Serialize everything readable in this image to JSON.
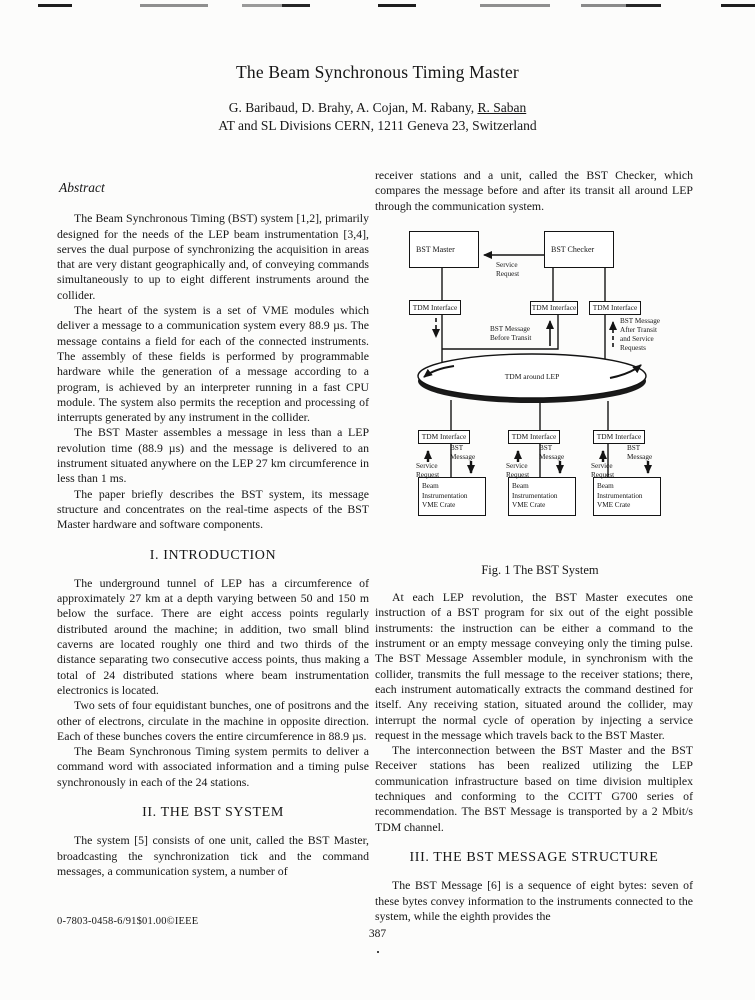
{
  "page": {
    "title": "The Beam Synchronous Timing Master",
    "authors_prefix": "G. Baribaud, D. Brahy, A. Cojan, M. Rabany, ",
    "authors_underlined": "R. Saban",
    "affiliation": "AT and SL Divisions CERN, 1211 Geneva 23, Switzerland",
    "footer": "0-7803-0458-6/91$01.00©IEEE",
    "page_number": "387"
  },
  "left_column": {
    "abstract_heading": "Abstract",
    "abstract_p1": "The Beam Synchronous Timing (BST) system [1,2], primarily designed for the needs of the LEP beam instrumentation [3,4], serves the dual purpose of synchronizing the acquisition in areas that are very distant geographically and, of conveying commands simultaneously to up to eight different instruments around the collider.",
    "abstract_p2": "The heart of the system is a set of VME modules which deliver a message to a communication system every 88.9 µs. The message contains a field for each of the connected instruments. The assembly of these fields is performed by programmable hardware while the generation of a message according to a program, is achieved by an interpreter running in a fast CPU module. The system also permits the reception and processing of interrupts generated by any instrument in the collider.",
    "abstract_p3": "The BST Master assembles a message in less than a LEP revolution time (88.9 µs) and the message is delivered to an instrument situated anywhere on the LEP 27 km circumference in less than 1 ms.",
    "abstract_p4": "The paper briefly describes the BST system, its message structure and concentrates on the real-time aspects of the BST Master hardware and software components.",
    "section1_heading": "I. INTRODUCTION",
    "intro_p1": "The underground tunnel of LEP has a circumference of approximately 27 km at a depth varying between 50 and 150 m below the surface. There are eight access points regularly distributed around the machine; in addition, two small blind caverns are located roughly one third and two thirds of the distance separating two consecutive access points, thus making a total of 24 distributed stations where beam instrumentation electronics is located.",
    "intro_p2": "Two sets of four equidistant bunches, one of positrons and the other of electrons, circulate in the machine in opposite direction. Each of these bunches covers the entire circumference in 88.9 µs.",
    "intro_p3": "The Beam Synchronous Timing system permits to deliver a command word with associated information and a timing pulse synchronously in each of the 24 stations.",
    "section2_heading": "II. THE BST SYSTEM",
    "system_p1": "The system [5] consists of one unit, called the BST Master, broadcasting the synchronization tick and the command messages,  a communication system, a number of"
  },
  "right_column": {
    "cont_p": "receiver stations and a unit, called the BST Checker, which compares the message before and after its transit all around LEP through the communication system.",
    "figure": {
      "bst_master": "BST Master",
      "bst_checker": "BST Checker",
      "service_request": "Service Request",
      "tdm_interface": "TDM Interface",
      "msg_before": "BST Message Before Transit",
      "msg_after": "BST Message After Transit and Service Requests",
      "ring": "TDM around LEP",
      "bst_message": "BST Message",
      "crate_line1": "Beam Instrumentation",
      "crate_line2": "VME Crate",
      "caption": "Fig. 1 The BST System"
    },
    "body_p1": "At each LEP revolution, the BST Master executes one instruction of a BST program for six out of the eight possible instruments: the instruction can be either a command to the instrument or an empty message conveying only the timing pulse. The BST Message Assembler module, in synchronism with the collider, transmits the full message to the receiver stations; there, each instrument automatically extracts the command destined for itself. Any receiving station, situated around the collider, may interrupt the normal cycle of operation by injecting a service request in the message which travels back to the BST Master.",
    "body_p2": "The interconnection between the BST Master and the BST Receiver stations has been realized utilizing the LEP communication infrastructure based on time division multiplex techniques and conforming to the CCITT G700 series of recommendation. The BST Message is transported by a 2 Mbit/s TDM channel.",
    "section3_heading": "III. THE BST MESSAGE STRUCTURE",
    "body_p3": "The BST Message [6] is a sequence of eight bytes: seven of these bytes convey information to the instruments connected to the system, while the eighth provides the"
  }
}
